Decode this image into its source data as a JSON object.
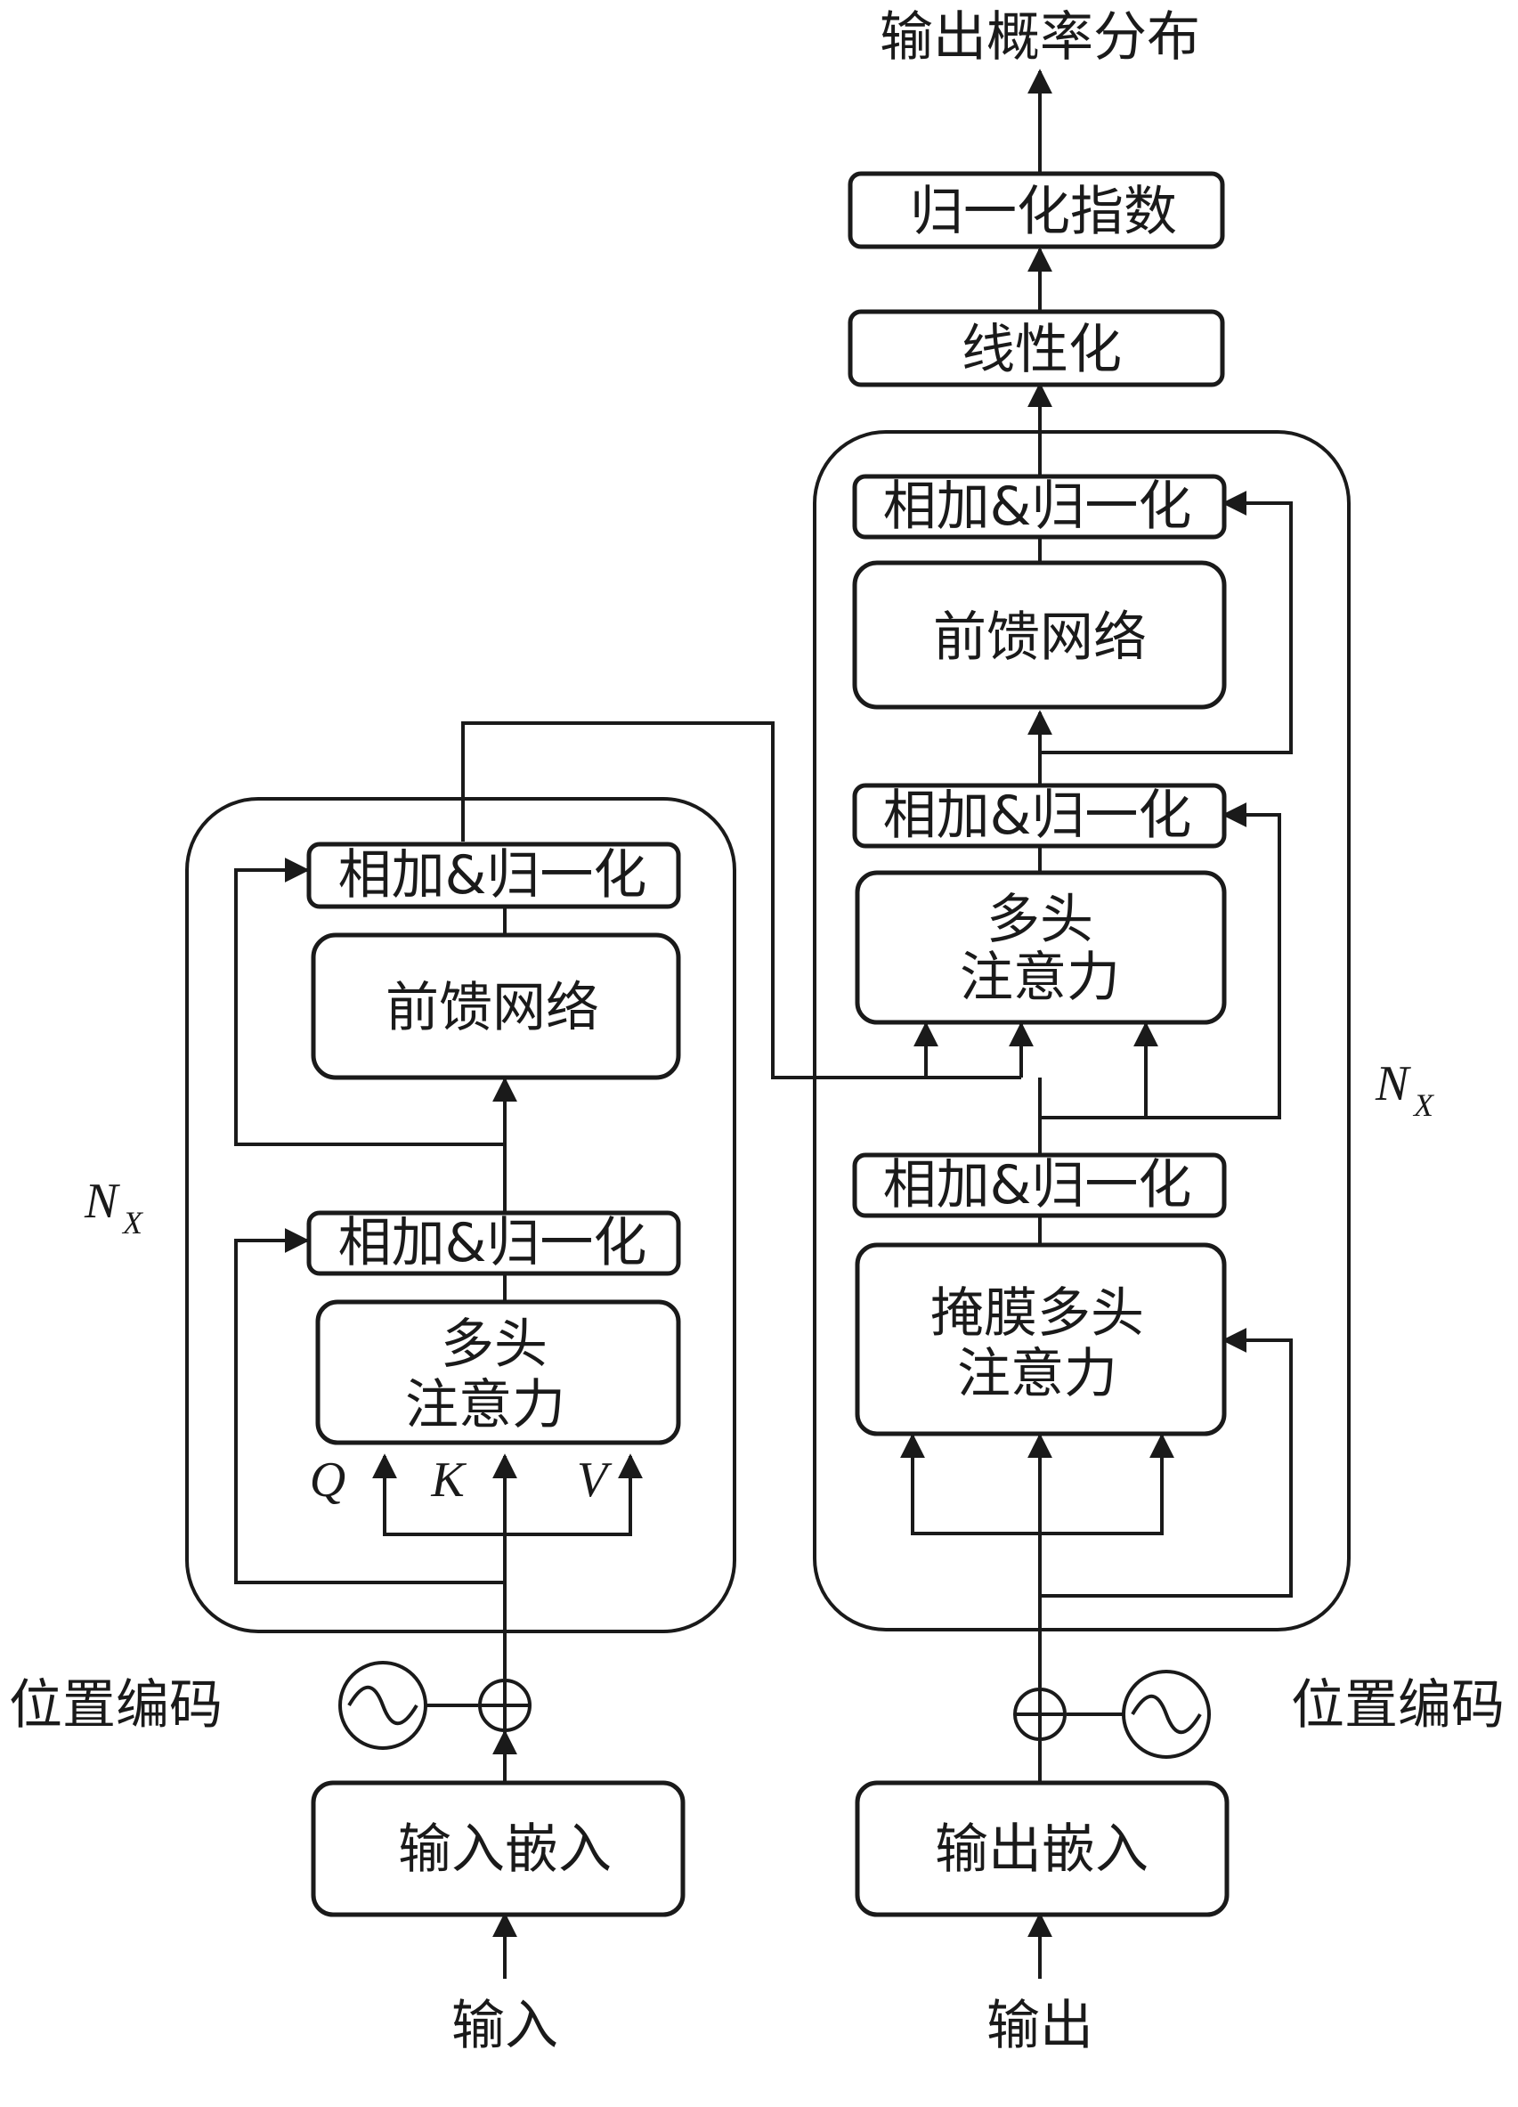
{
  "top_output": "输出概率分布",
  "softmax": "归一化指数",
  "linear": "线性化",
  "encoder": {
    "add_norm": "相加&归一化",
    "ffn": "前馈网络",
    "mha_line1": "多头",
    "mha_line2": "注意力",
    "q": "Q",
    "k": "K",
    "v": "V",
    "n_main": "N",
    "n_sub": "X",
    "pos_enc": "位置编码",
    "embed": "输入嵌入",
    "input": "输入"
  },
  "decoder": {
    "add_norm": "相加&归一化",
    "ffn": "前馈网络",
    "mha_line1": "多头",
    "mha_line2": "注意力",
    "masked_line1": "掩膜多头",
    "masked_line2": "注意力",
    "n_main": "N",
    "n_sub": "X",
    "pos_enc": "位置编码",
    "embed": "输出嵌入",
    "output": "输出"
  }
}
